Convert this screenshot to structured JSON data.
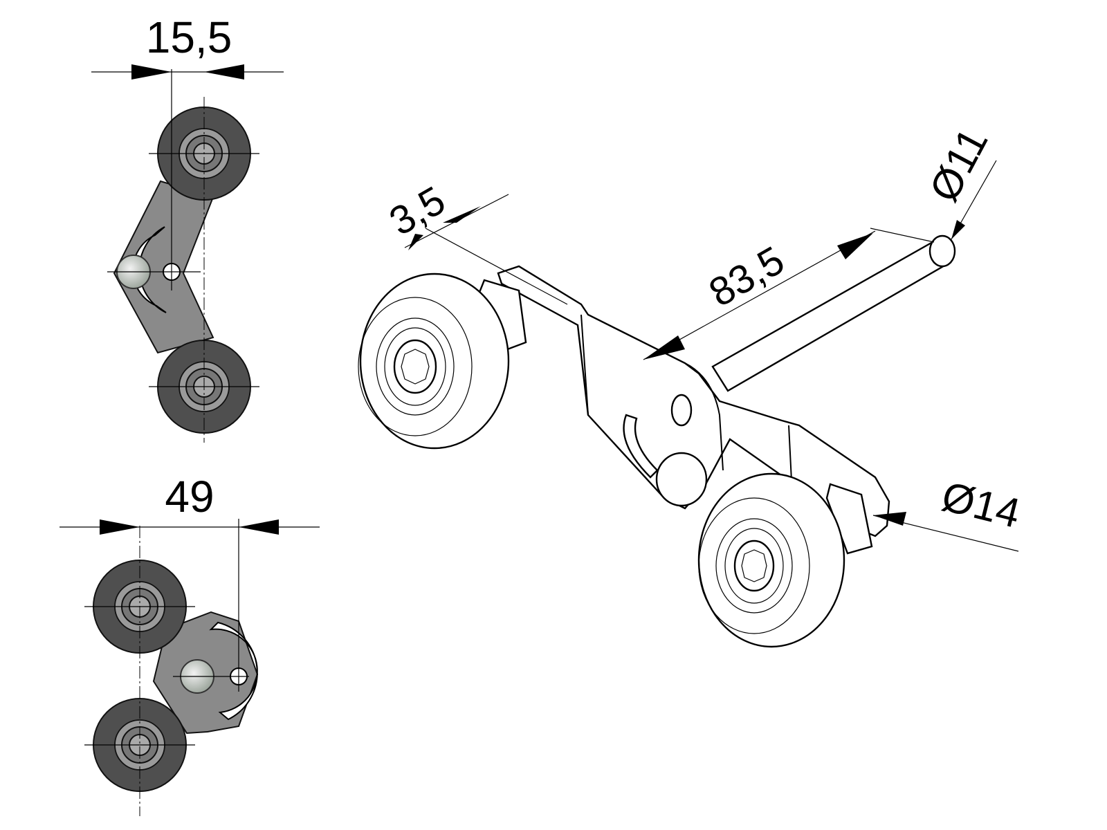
{
  "dimensions": {
    "top_view_width": "15,5",
    "side_view_width": "49",
    "plate_thickness": "3,5",
    "axle_length": "83,5",
    "axle_diameter": "Ø11",
    "spacer_diameter": "Ø14"
  }
}
